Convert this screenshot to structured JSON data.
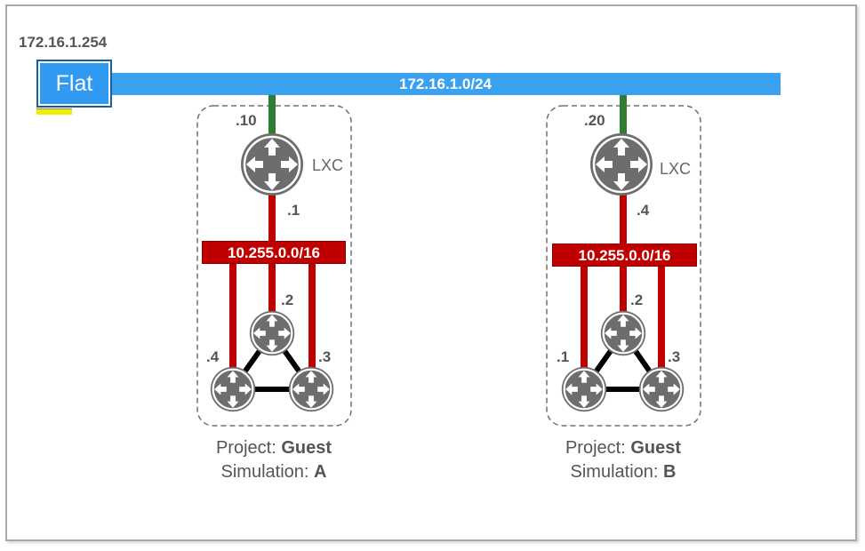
{
  "gateway_ip": "172.16.1.254",
  "flat": {
    "label": "Flat",
    "network": "172.16.1.0/24",
    "color": "#3aa0f0"
  },
  "colors": {
    "uplink": "#2e7d32",
    "internal": "#c00000",
    "mesh": "#000000",
    "router": "#6d6d6d"
  },
  "simulations": [
    {
      "lxc_uplink_ip": ".10",
      "lxc_label": "LXC",
      "lxc_inside_ip": ".1",
      "subnet": "10.255.0.0/16",
      "top_router_ip": ".2",
      "left_router_ip": ".4",
      "right_router_ip": ".3",
      "project_prefix": "Project:",
      "project_name": "Guest",
      "simulation_prefix": "Simulation:",
      "simulation_name": "A"
    },
    {
      "lxc_uplink_ip": ".20",
      "lxc_label": "LXC",
      "lxc_inside_ip": ".4",
      "subnet": "10.255.0.0/16",
      "top_router_ip": ".2",
      "left_router_ip": ".1",
      "right_router_ip": ".3",
      "project_prefix": "Project:",
      "project_name": "Guest",
      "simulation_prefix": "Simulation:",
      "simulation_name": "B"
    }
  ]
}
